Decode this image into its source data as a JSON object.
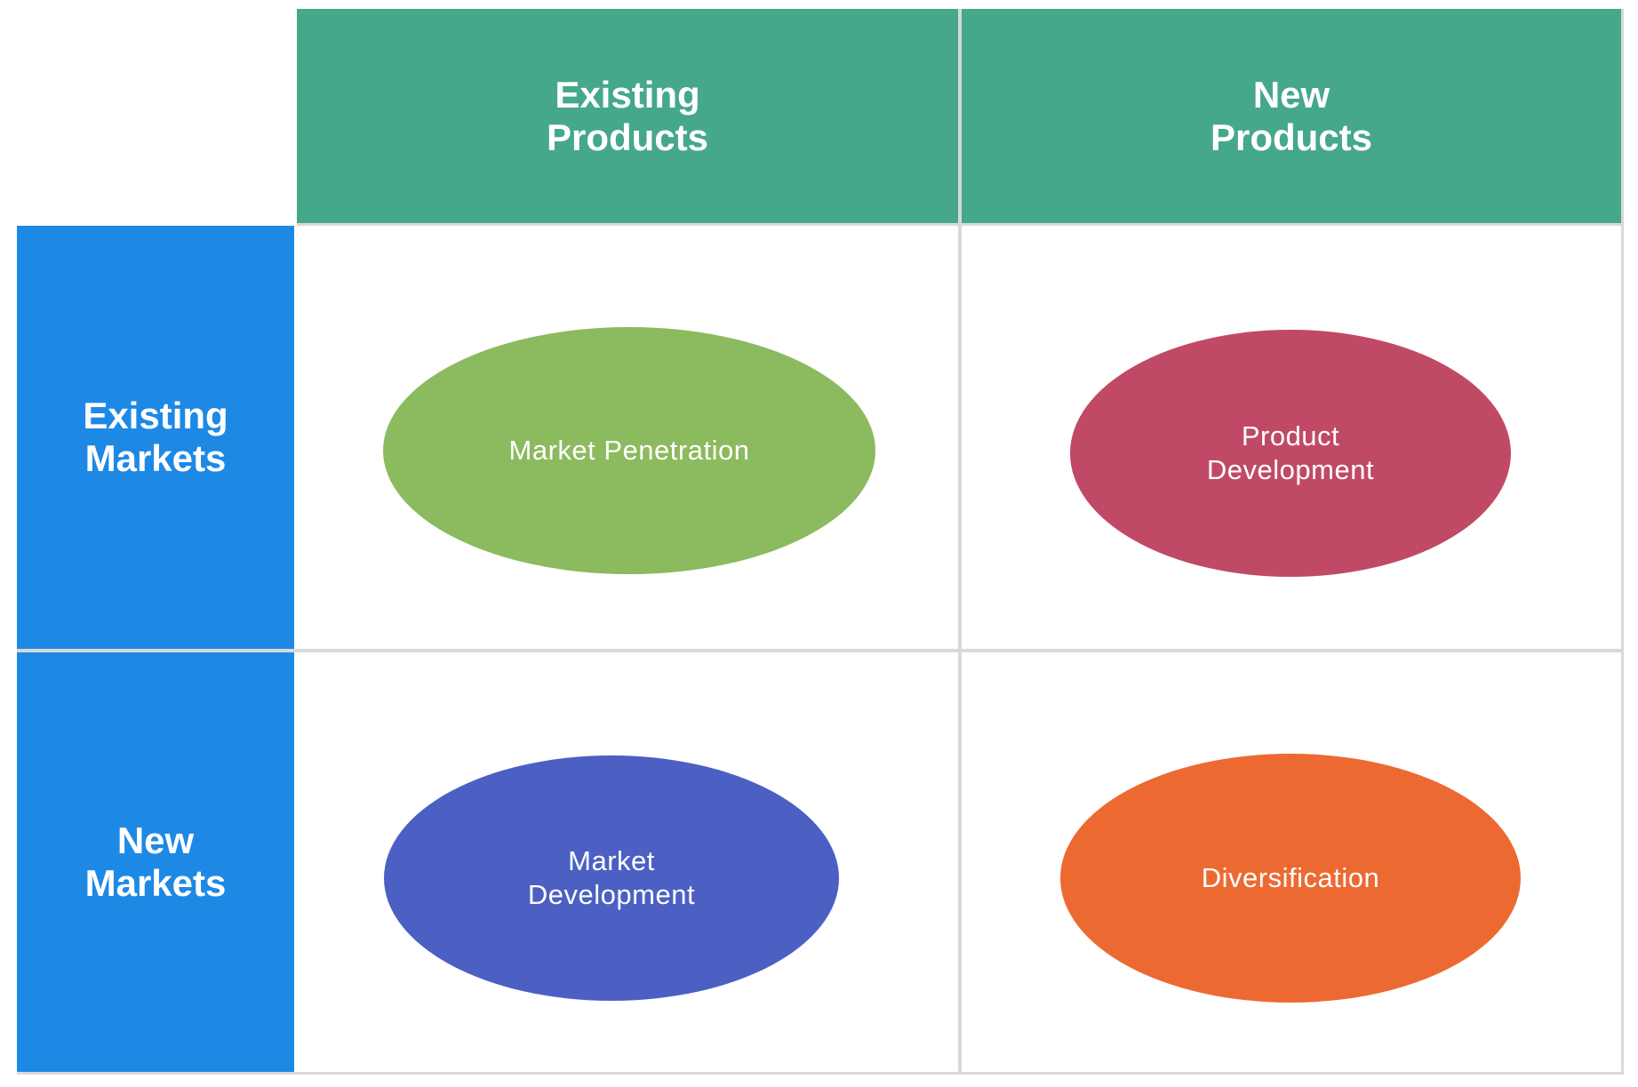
{
  "matrix": {
    "column_headers": [
      {
        "id": "existing-products",
        "label": "Existing\nProducts"
      },
      {
        "id": "new-products",
        "label": "New\nProducts"
      }
    ],
    "row_headers": [
      {
        "id": "existing-markets",
        "label": "Existing\nMarkets"
      },
      {
        "id": "new-markets",
        "label": "New\nMarkets"
      }
    ],
    "cells": [
      {
        "row": "Existing Markets",
        "column": "Existing Products",
        "label": "Market Penetration",
        "color": "#8CBA5E"
      },
      {
        "row": "Existing Markets",
        "column": "New Products",
        "label": "Product\nDevelopment",
        "color": "#C04A66"
      },
      {
        "row": "New Markets",
        "column": "Existing Products",
        "label": "Market\nDevelopment",
        "color": "#4C60C3"
      },
      {
        "row": "New Markets",
        "column": "New Products",
        "label": "Diversification",
        "color": "#EC6A32"
      }
    ]
  },
  "colors": {
    "column_header_bg": "#45A88B",
    "row_header_bg": "#1E89E5",
    "grid_line": "#D9D9D9",
    "label_text": "#FFFFFF",
    "background": "#FFFFFF"
  }
}
